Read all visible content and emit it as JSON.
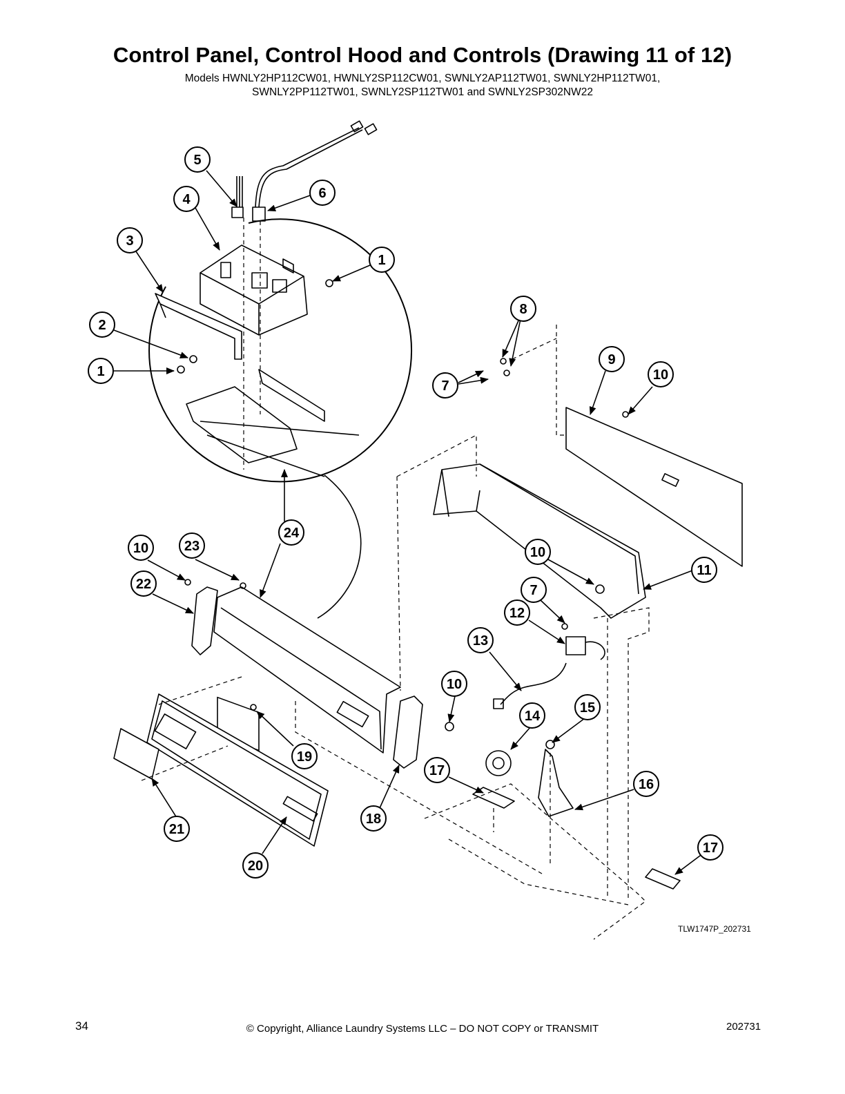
{
  "header": {
    "title": "Control Panel, Control Hood and Controls (Drawing 11 of 12)",
    "subtitle_line1": "Models HWNLY2HP112CW01, HWNLY2SP112CW01, SWNLY2AP112TW01, SWNLY2HP112TW01,",
    "subtitle_line2": "SWNLY2PP112TW01, SWNLY2SP112TW01 and SWNLY2SP302NW22"
  },
  "callouts": [
    {
      "number": "5"
    },
    {
      "number": "6"
    },
    {
      "number": "4"
    },
    {
      "number": "3"
    },
    {
      "number": "1"
    },
    {
      "number": "2"
    },
    {
      "number": "1"
    },
    {
      "number": "8"
    },
    {
      "number": "7"
    },
    {
      "number": "9"
    },
    {
      "number": "10"
    },
    {
      "number": "24"
    },
    {
      "number": "10"
    },
    {
      "number": "23"
    },
    {
      "number": "22"
    },
    {
      "number": "10"
    },
    {
      "number": "11"
    },
    {
      "number": "7"
    },
    {
      "number": "12"
    },
    {
      "number": "13"
    },
    {
      "number": "10"
    },
    {
      "number": "14"
    },
    {
      "number": "15"
    },
    {
      "number": "19"
    },
    {
      "number": "17"
    },
    {
      "number": "16"
    },
    {
      "number": "18"
    },
    {
      "number": "21"
    },
    {
      "number": "20"
    },
    {
      "number": "17"
    }
  ],
  "drawing_id": "TLW1747P_202731",
  "footer": {
    "page_number": "34",
    "copyright": "© Copyright, Alliance Laundry Systems LLC – DO NOT COPY or TRANSMIT",
    "doc_number": "202731"
  }
}
